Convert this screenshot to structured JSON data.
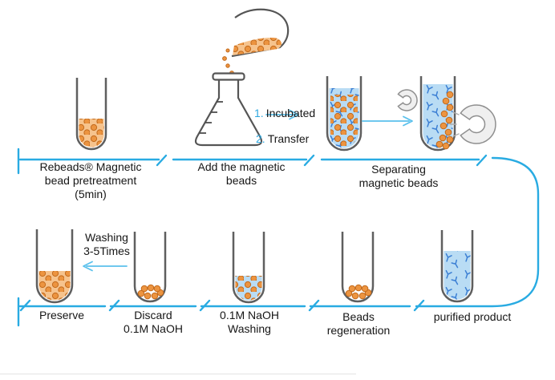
{
  "flow": {
    "top_steps": [
      {
        "label": "Rebeads® Magnetic\nbead pretreatment\n(5min)"
      },
      {
        "label": "Add the magnetic\nbeads"
      },
      {
        "label": "Separating\nmagnetic beads"
      }
    ],
    "bottom_steps": [
      {
        "label": "Preserve"
      },
      {
        "label": "Discard\n0.1M NaOH"
      },
      {
        "label": "0.1M NaOH\nWashing"
      },
      {
        "label": "Beads\nregeneration"
      },
      {
        "label": "purified product"
      }
    ]
  },
  "annotations": {
    "step1_num": "1.",
    "step1_text": "Incubated",
    "step2_num": "2.",
    "step2_text": "Transfer",
    "washing_note": "Washing\n3-5Times"
  },
  "icons": {
    "pretreatment-tube-icon": "test tube with orange magnetic beads",
    "pouring-tube-icon": "tilted tube pouring beads",
    "erlenmeyer-flask-icon": "flask with sample and antibodies",
    "mixed-sample-tube-icon": "tube with beads and antibodies mixed",
    "separated-sample-tube-icon": "tube with beads drawn to wall",
    "small-magnet-icon": "horseshoe magnet",
    "large-magnet-icon": "horseshoe magnet",
    "preserve-tube-icon": "tube with preserved beads",
    "discard-tube-icon": "tube with settled beads",
    "naoh-washing-tube-icon": "tube with NaOH and beads",
    "beads-regeneration-tube-icon": "tube with regenerated beads",
    "purified-product-tube-icon": "tube with purified antibodies"
  },
  "colors": {
    "flow_line": "#29ABE2",
    "arrow_line": "#5BC1EC",
    "bead_orange": "#EC9440",
    "liquid_orange": "#F6C38D",
    "liquid_blue": "#B9DCF4",
    "flask_liquid": "#F4EFC3",
    "antibody_blue": "#3B7FD4",
    "step_number": "#2FA8E0"
  }
}
